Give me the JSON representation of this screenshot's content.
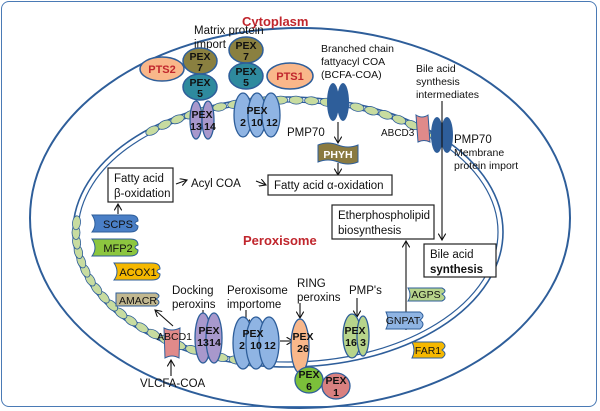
{
  "regions": {
    "cytoplasm": "Cytoplasm",
    "peroxisome": "Peroxisome"
  },
  "colors": {
    "frame": "#4a7ab5",
    "membrane": "#2e5e9a",
    "region_label": "#c0262d",
    "pex_light_blue": "#8fb4e3",
    "pex_purple": "#a898cc",
    "pex_teal": "#2e8a9e",
    "pex_olive": "#8a8040",
    "pts_orange": "#f9b78a",
    "pmp70_dark_blue": "#2e5e9a",
    "abcd_pink": "#e08a8a",
    "phyh_olive": "#8a7a40",
    "scps_blue": "#4a7fc6",
    "mfp2_green": "#8cc63f",
    "acox1_yellow": "#f5b800",
    "amacr_tan": "#c2b890",
    "pex26_peach": "#f9b78a",
    "pex6_green": "#7bbf3a",
    "pex1_pink": "#d98080",
    "pmp_green": "#b7d48b",
    "agps_green": "#b7d48b",
    "gnpat_blue": "#8fb4e3",
    "far1_yellow": "#f5b800"
  },
  "labels": {
    "matrix_import_line1": "Matrix protein",
    "matrix_import_line2": "import",
    "bcfa_line1": "Branched chain",
    "bcfa_line2": "fattyacyl COA",
    "bcfa_line3": "(BCFA-COA)",
    "bile_int_line1": "Bile acid",
    "bile_int_line2": "synthesis",
    "bile_int_line3": "intermediates",
    "pmp70_top": "PMP70",
    "pmp70_right": "PMP70",
    "membrane_import_line1": "Membrane",
    "membrane_import_line2": "protein import",
    "abcd3": "ABCD3",
    "phyh": "PHYH",
    "acyl_coa": "Acyl COA",
    "docking_line1": "Docking",
    "docking_line2": "peroxins",
    "importome_line1": "Peroxisome",
    "importome_line2": "importome",
    "ring_line1": "RING",
    "ring_line2": "peroxins",
    "pmps": "PMP's",
    "vlcfa": "VLCFA-COA",
    "abcd1": "ABCD1"
  },
  "boxes": {
    "beta_ox_line1": "Fatty acid",
    "beta_ox_line2": "β-oxidation",
    "alpha_ox": "Fatty acid α-oxidation",
    "ether_line1": "Etherphospholipid",
    "ether_line2": "biosynthesis",
    "bile_line1": "Bile acid",
    "bile_line2": "synthesis"
  },
  "proteins": {
    "pts2": "PTS2",
    "pts1": "PTS1",
    "pex_word": "PEX",
    "pex7": "7",
    "pex5": "5",
    "pex13": "13",
    "pex14": "14",
    "pex2": "2",
    "pex10": "10",
    "pex12": "12",
    "pex26": "26",
    "pex6": "6",
    "pex1": "1",
    "pex16": "16",
    "pex3": "3",
    "scps": "SCPS",
    "mfp2": "MFP2",
    "acox1": "ACOX1",
    "amacr": "AMACR",
    "agps": "AGPS",
    "gnpat": "GNPAT",
    "far1": "FAR1"
  }
}
